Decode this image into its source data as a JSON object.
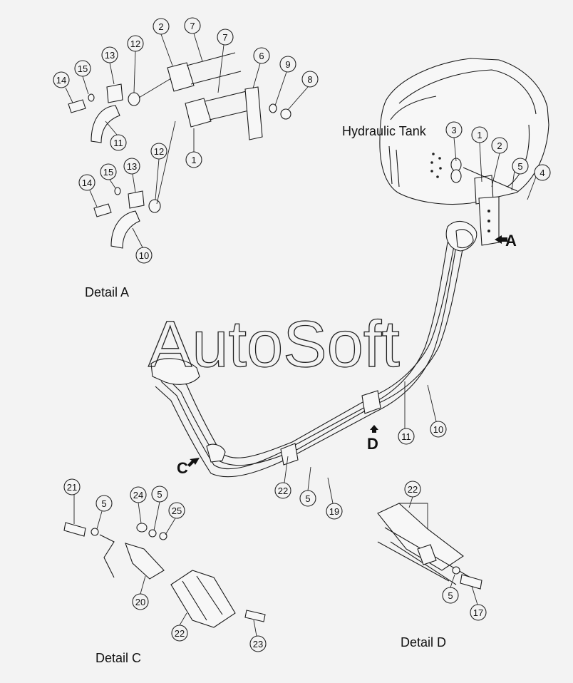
{
  "labels": {
    "hydraulic_tank": "Hydraulic Tank",
    "detail_a": "Detail A",
    "detail_c": "Detail C",
    "detail_d": "Detail D",
    "watermark": "AutoSoft"
  },
  "view_arrows": {
    "a": "A",
    "c": "C",
    "d": "D"
  },
  "callouts": {
    "detail_a": [
      "2",
      "7",
      "7",
      "13",
      "12",
      "14",
      "15",
      "6",
      "9",
      "8",
      "11",
      "1",
      "12",
      "14",
      "15",
      "13",
      "10"
    ],
    "main": [
      "3",
      "1",
      "2",
      "5",
      "4",
      "11",
      "10",
      "22",
      "5",
      "19"
    ],
    "detail_c": [
      "21",
      "5",
      "24",
      "5",
      "25",
      "20",
      "22",
      "23"
    ],
    "detail_d": [
      "22",
      "5",
      "17"
    ]
  }
}
